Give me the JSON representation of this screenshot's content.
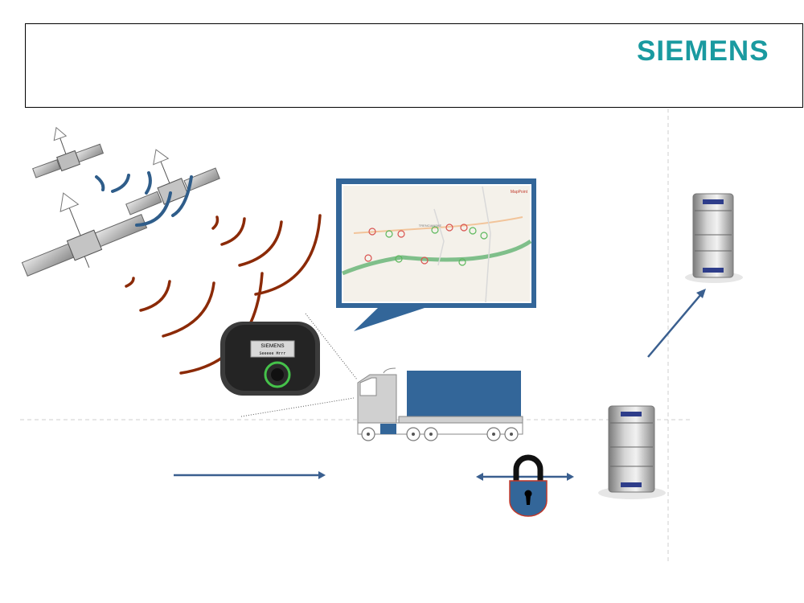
{
  "header": {
    "logo_text": "SIEMENS"
  },
  "device": {
    "brand_text": "SIEMENS",
    "screen_text": "Seeeee Mrrr"
  },
  "map": {
    "corner_text": "MapPoint",
    "town_label": "TRENCIANSKE"
  },
  "colors": {
    "brand": "#1a9aa0",
    "signal_dark": "#8b2a07",
    "signal_blue": "#2f5d8a",
    "arrow_blue": "#3a5f8f",
    "trailer_blue": "#336699",
    "lock_fill": "#336699",
    "lock_border": "#c0392b",
    "map_road_green": "#7fbf8a"
  },
  "icons": [
    "satellite-icon",
    "gps-device-icon",
    "truck-icon",
    "server-icon",
    "lock-icon",
    "map-icon"
  ]
}
